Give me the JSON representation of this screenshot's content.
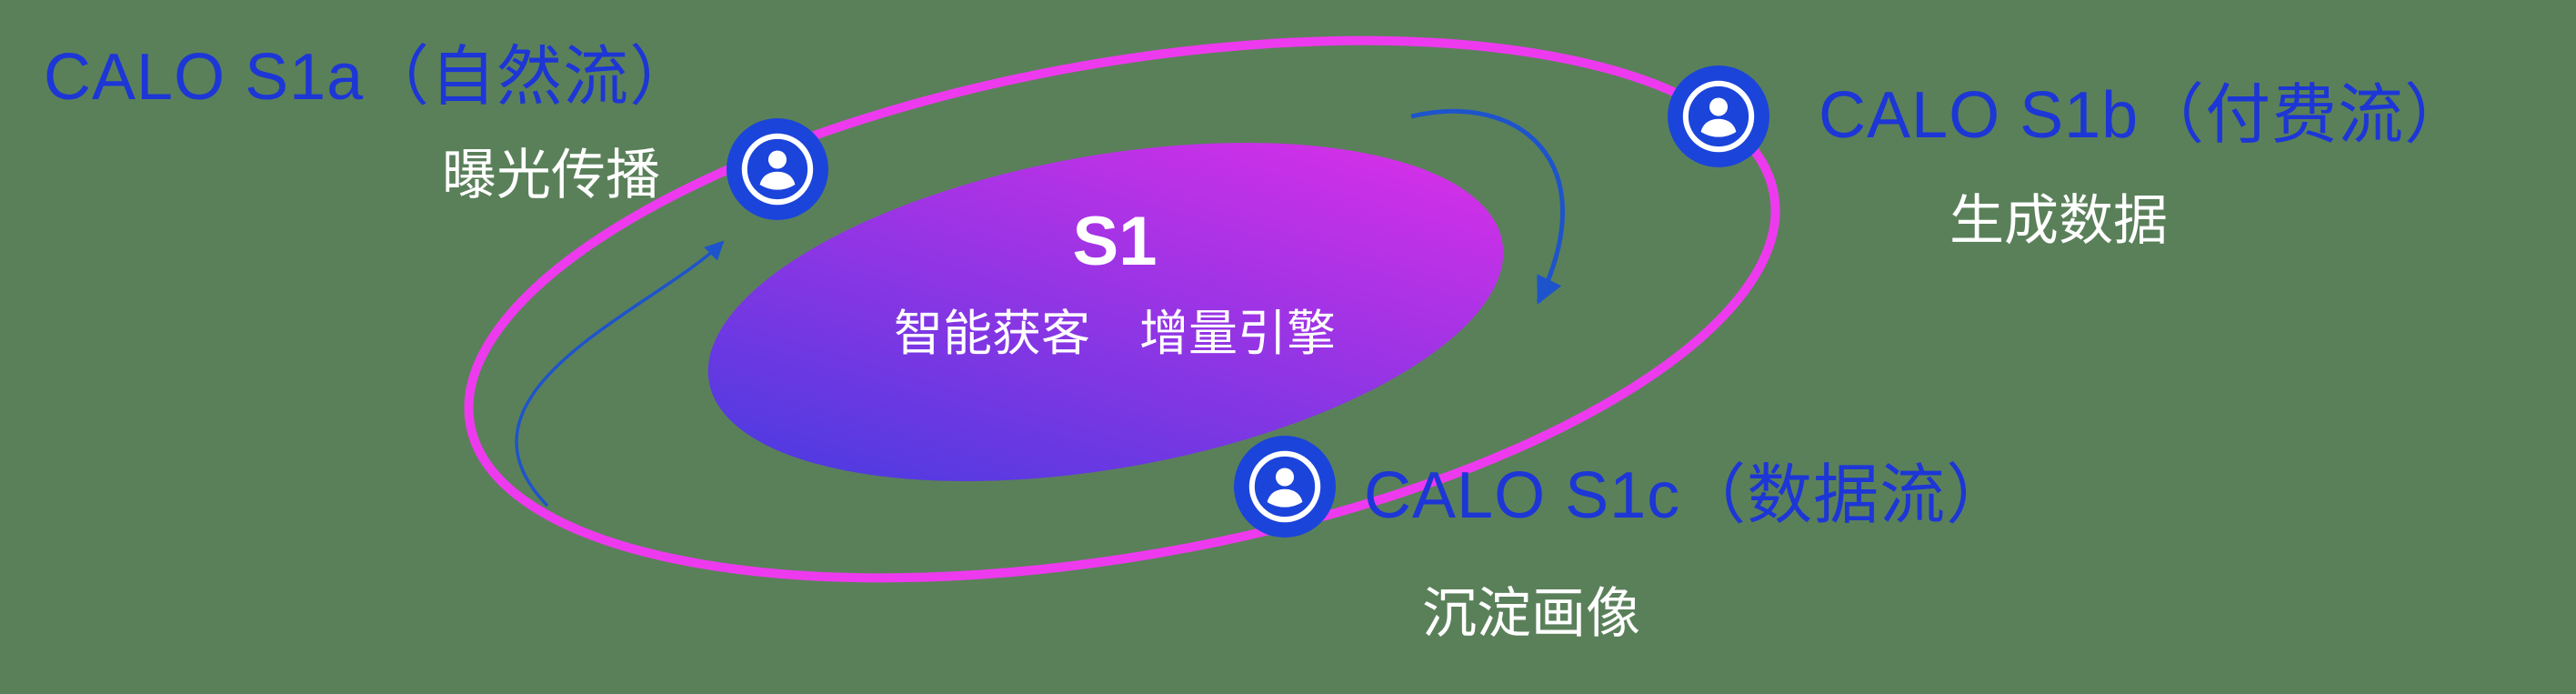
{
  "canvas": {
    "background_color": "#5a805a"
  },
  "core": {
    "title": "S1",
    "subtitle": "智能获客　增量引擎",
    "gradient_start_color": "#4a3be0",
    "gradient_end_color": "#d92fe8"
  },
  "orbit": {
    "ring_color": "#ee3aee"
  },
  "arrows": {
    "color": "#1e54cb"
  },
  "nodes": [
    {
      "id": "s1a",
      "icon": "person-icon",
      "disc_color": "#1b44db",
      "label": "CALO S1a（自然流）",
      "sublabel": "曝光传播"
    },
    {
      "id": "s1b",
      "icon": "person-icon",
      "disc_color": "#1b44db",
      "label": "CALO S1b（付费流）",
      "sublabel": "生成数据"
    },
    {
      "id": "s1c",
      "icon": "person-icon",
      "disc_color": "#1b44db",
      "label": "CALO S1c（数据流）",
      "sublabel": "沉淀画像"
    }
  ],
  "label_color": "#1d36d6",
  "sublabel_color": "#ffffff"
}
